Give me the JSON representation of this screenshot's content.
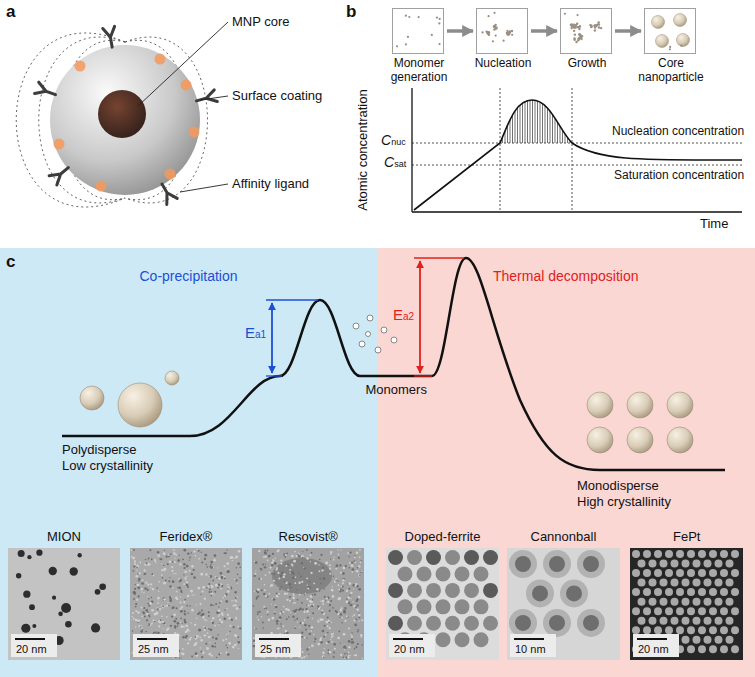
{
  "diagram": {
    "nodes": [
      {
        "text": [
          "Monomer generation"
        ]
      },
      {
        "text": [
          "Nucleation"
        ]
      },
      {
        "text": [
          "Growth"
        ]
      },
      {
        "text": [
          "Core nanoparticle"
        ]
      },
      {
        "text": [
          "Co-precipitation"
        ]
      },
      {
        "text": [
          "MION",
          "20 nm"
        ],
        "in": 4
      },
      {
        "text": [
          "Feridex®",
          "25 nm"
        ],
        "in": 4
      },
      {
        "text": [
          "Resovist®",
          "25 nm"
        ],
        "in": 4
      },
      {
        "text": [
          "Thermal decomposition"
        ]
      },
      {
        "text": [
          "Doped-ferrite",
          "20 nm"
        ],
        "in": 8
      },
      {
        "text": [
          "Cannonball",
          "10 nm"
        ],
        "in": 8
      },
      {
        "text": [
          "FePt",
          "20 nm"
        ],
        "in": 8
      }
    ],
    "edges": [
      {
        "from": 0,
        "to": 1,
        "arrow": "to"
      },
      {
        "from": 1,
        "to": 2,
        "arrow": "to"
      },
      {
        "from": 2,
        "to": 3,
        "arrow": "to"
      }
    ],
    "labels": [
      "a",
      "MNP core",
      "Surface coating",
      "Affinity ligand",
      "b",
      "Atomic concentration",
      "Time",
      "Cnuc",
      "Csat",
      "Nucleation concentration",
      "Saturation concentration",
      "c",
      "Ea1",
      "Ea2",
      "Monomers",
      "Polydisperse",
      "Low crystallinity",
      "Monodisperse",
      "High crystallinity"
    ]
  }
}
